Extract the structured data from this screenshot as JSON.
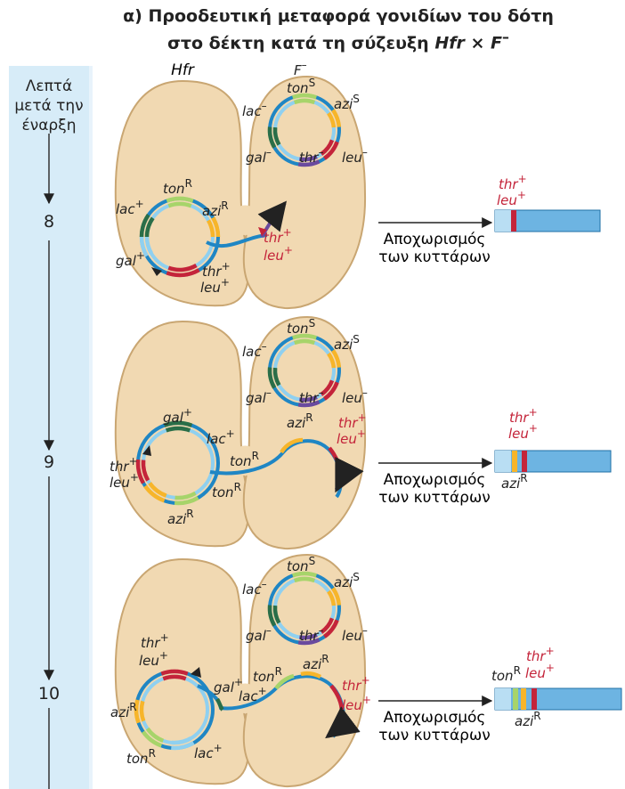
{
  "title": {
    "line1": "α) Προοδευτική μεταφορά γονιδίων του δότη",
    "line2_prefix": "στο δέκτη κατά τη σύζευξη ",
    "line2_hfr": "Hfr",
    "line2_times": " × ",
    "line2_f": "F",
    "line2_fsup": "–"
  },
  "timeline": {
    "label": [
      "Λεπτά",
      "μετά την",
      "έναρξη"
    ],
    "ticks": [
      "8",
      "9",
      "10"
    ]
  },
  "cells": {
    "donor": "Hfr",
    "recipient": "F",
    "recipient_sup": "–"
  },
  "separation_label": [
    "Αποχωρισμός",
    "των κυττάρων"
  ],
  "genes": {
    "ton": "ton",
    "azi": "azi",
    "lac": "lac",
    "gal": "gal",
    "thr": "thr",
    "leu": "leu",
    "sup_S": "S",
    "sup_R": "R",
    "sup_plus": "+",
    "sup_minus": "–"
  },
  "colors": {
    "cell_fill": "#f1d9b2",
    "cell_stroke": "#c9a672",
    "dna_outer": "#1f86c4",
    "dna_inner": "#8fd0f0",
    "ton": "#a7d46a",
    "azi": "#f7b52a",
    "lac": "#8fd0f0",
    "gal": "#2a6e48",
    "thr_leu": "#c4243a",
    "ori": "#6a4a9e",
    "gene_red": "#c4243a"
  }
}
